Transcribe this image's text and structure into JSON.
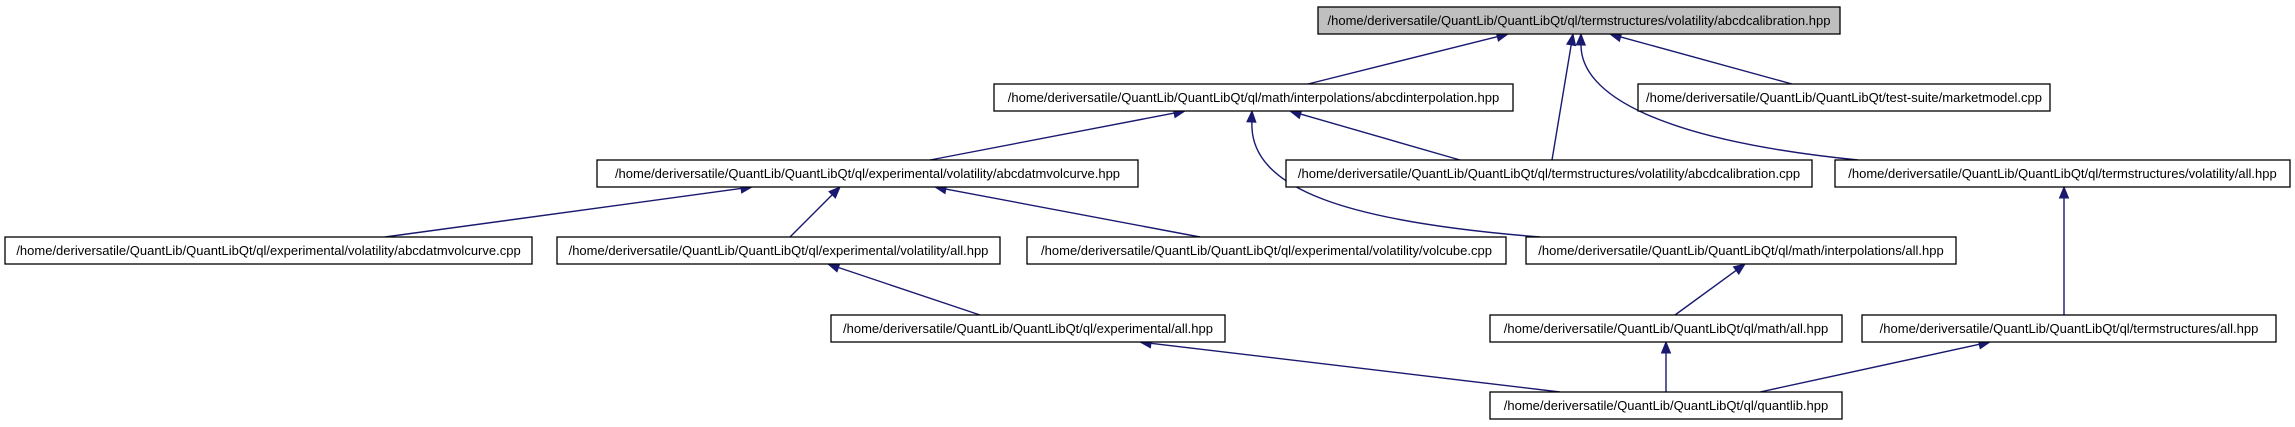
{
  "diagram": {
    "colors": {
      "edge": "#191970",
      "node_fill": "#ffffff",
      "root_fill": "#bfbfbf",
      "border": "#000000"
    },
    "nodes": [
      {
        "id": "abcdcalibration_hpp",
        "label": "/home/deriversatile/QuantLib/QuantLibQt/ql/termstructures/volatility/abcdcalibration.hpp",
        "root": true
      },
      {
        "id": "abcdinterpolation_hpp",
        "label": "/home/deriversatile/QuantLib/QuantLibQt/ql/math/interpolations/abcdinterpolation.hpp"
      },
      {
        "id": "marketmodel_cpp",
        "label": "/home/deriversatile/QuantLib/QuantLibQt/test-suite/marketmodel.cpp"
      },
      {
        "id": "abcdatmvolcurve_hpp",
        "label": "/home/deriversatile/QuantLib/QuantLibQt/ql/experimental/volatility/abcdatmvolcurve.hpp"
      },
      {
        "id": "abcdcalibration_cpp",
        "label": "/home/deriversatile/QuantLib/QuantLibQt/ql/termstructures/volatility/abcdcalibration.cpp"
      },
      {
        "id": "ts_volatility_all_hpp",
        "label": "/home/deriversatile/QuantLib/QuantLibQt/ql/termstructures/volatility/all.hpp"
      },
      {
        "id": "abcdatmvolcurve_cpp",
        "label": "/home/deriversatile/QuantLib/QuantLibQt/ql/experimental/volatility/abcdatmvolcurve.cpp"
      },
      {
        "id": "exp_volatility_all_hpp",
        "label": "/home/deriversatile/QuantLib/QuantLibQt/ql/experimental/volatility/all.hpp"
      },
      {
        "id": "volcube_cpp",
        "label": "/home/deriversatile/QuantLib/QuantLibQt/ql/experimental/volatility/volcube.cpp"
      },
      {
        "id": "interpolations_all_hpp",
        "label": "/home/deriversatile/QuantLib/QuantLibQt/ql/math/interpolations/all.hpp"
      },
      {
        "id": "experimental_all_hpp",
        "label": "/home/deriversatile/QuantLib/QuantLibQt/ql/experimental/all.hpp"
      },
      {
        "id": "math_all_hpp",
        "label": "/home/deriversatile/QuantLib/QuantLibQt/ql/math/all.hpp"
      },
      {
        "id": "termstructures_all_hpp",
        "label": "/home/deriversatile/QuantLib/QuantLibQt/ql/termstructures/all.hpp"
      },
      {
        "id": "quantlib_hpp",
        "label": "/home/deriversatile/QuantLib/QuantLibQt/ql/quantlib.hpp"
      }
    ],
    "edges": [
      {
        "from": "abcdinterpolation_hpp",
        "to": "abcdcalibration_hpp"
      },
      {
        "from": "abcdcalibration_cpp",
        "to": "abcdcalibration_hpp"
      },
      {
        "from": "ts_volatility_all_hpp",
        "to": "abcdcalibration_hpp"
      },
      {
        "from": "marketmodel_cpp",
        "to": "abcdcalibration_hpp"
      },
      {
        "from": "abcdatmvolcurve_hpp",
        "to": "abcdinterpolation_hpp"
      },
      {
        "from": "abcdcalibration_cpp",
        "to": "abcdinterpolation_hpp"
      },
      {
        "from": "interpolations_all_hpp",
        "to": "abcdinterpolation_hpp"
      },
      {
        "from": "abcdatmvolcurve_cpp",
        "to": "abcdatmvolcurve_hpp"
      },
      {
        "from": "exp_volatility_all_hpp",
        "to": "abcdatmvolcurve_hpp"
      },
      {
        "from": "volcube_cpp",
        "to": "abcdatmvolcurve_hpp"
      },
      {
        "from": "experimental_all_hpp",
        "to": "exp_volatility_all_hpp"
      },
      {
        "from": "math_all_hpp",
        "to": "interpolations_all_hpp"
      },
      {
        "from": "termstructures_all_hpp",
        "to": "ts_volatility_all_hpp"
      },
      {
        "from": "quantlib_hpp",
        "to": "experimental_all_hpp"
      },
      {
        "from": "quantlib_hpp",
        "to": "math_all_hpp"
      },
      {
        "from": "quantlib_hpp",
        "to": "termstructures_all_hpp"
      }
    ]
  }
}
